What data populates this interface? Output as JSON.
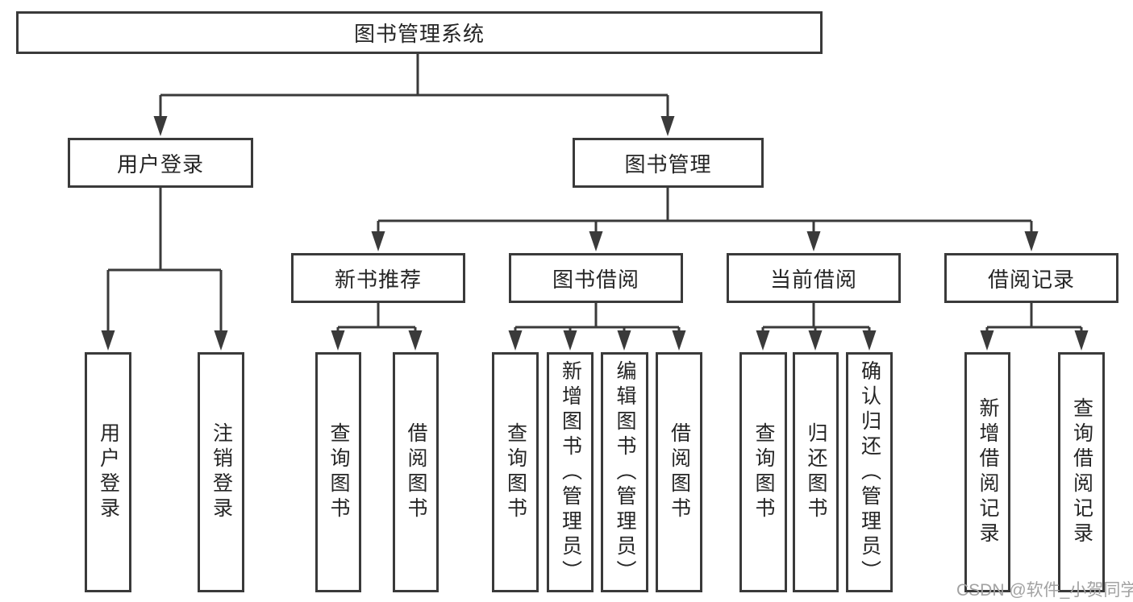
{
  "tree": {
    "root": {
      "label": "图书管理系统"
    },
    "children": [
      {
        "label": "用户登录",
        "children": [
          {
            "label": "用户登录"
          },
          {
            "label": "注销登录"
          }
        ]
      },
      {
        "label": "图书管理",
        "children": [
          {
            "label": "新书推荐",
            "children": [
              {
                "label": "查询图书"
              },
              {
                "label": "借阅图书"
              }
            ]
          },
          {
            "label": "图书借阅",
            "children": [
              {
                "label": "查询图书"
              },
              {
                "label": "新增图书（管理员）"
              },
              {
                "label": "编辑图书（管理员）"
              },
              {
                "label": "借阅图书"
              }
            ]
          },
          {
            "label": "当前借阅",
            "children": [
              {
                "label": "查询图书"
              },
              {
                "label": "归还图书"
              },
              {
                "label": "确认归还（管理员）"
              }
            ]
          },
          {
            "label": "借阅记录",
            "children": [
              {
                "label": "新增借阅记录"
              },
              {
                "label": "查询借阅记录"
              }
            ]
          }
        ]
      }
    ]
  },
  "colors": {
    "line": "#3a3a3a",
    "box_border": "#3a3a3a",
    "text": "#252525",
    "watermark": "#a2a2a2",
    "background": "#ffffff"
  },
  "watermark": "CSDN @软件_小贺同学"
}
